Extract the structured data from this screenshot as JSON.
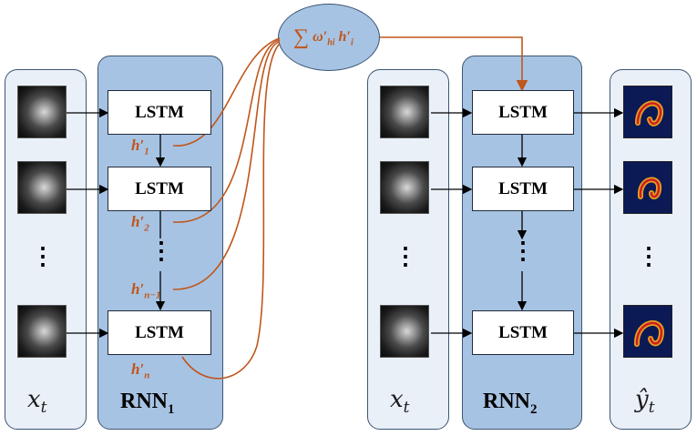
{
  "lstm_label": "LSTM",
  "left_input_label": "x",
  "left_input_sub": "t",
  "right_input_label": "x",
  "right_input_sub": "t",
  "rnn1_label": "RNN",
  "rnn1_sub": "1",
  "rnn2_label": "RNN",
  "rnn2_sub": "2",
  "output_label": "ŷ",
  "output_sub": "t",
  "hidden_labels": {
    "h1": {
      "main": "h′",
      "sub": "1"
    },
    "h2": {
      "main": "h′",
      "sub": "2"
    },
    "hn1": {
      "main": "h′",
      "sub": "n−1"
    },
    "hn": {
      "main": "h′",
      "sub": "n"
    }
  },
  "sum_formula": {
    "sigma": "∑",
    "w": "ω′",
    "w_sub": "hi",
    "h": "h′",
    "h_sub": "i"
  },
  "ellipsis": "⋮",
  "colors": {
    "accent": "#c0561b",
    "panel_blue": "#a7c3e3",
    "panel_light": "#eaf0f8",
    "border": "#3d5573"
  }
}
